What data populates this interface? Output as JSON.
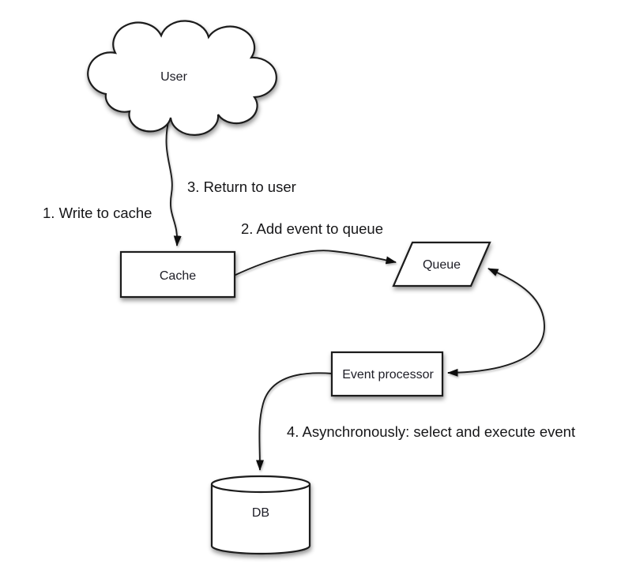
{
  "diagram": {
    "type": "architecture-flow-diagram",
    "background_color": "#ffffff",
    "stroke_color": "#1c1c1c",
    "text_color": "#1d1d26",
    "nodes": {
      "user": {
        "label": "User",
        "shape": "cloud"
      },
      "cache": {
        "label": "Cache",
        "shape": "rectangle"
      },
      "queue": {
        "label": "Queue",
        "shape": "parallelogram"
      },
      "event_processor": {
        "label": "Event processor",
        "shape": "rectangle"
      },
      "db": {
        "label": "DB",
        "shape": "cylinder"
      }
    },
    "edge_labels": {
      "step_1": "1. Write to cache",
      "step_2": "2. Add event to queue",
      "step_3": "3. Return to user",
      "step_4": "4. Asynchronously: select and execute event"
    },
    "edges": [
      {
        "from": "user",
        "to": "cache",
        "style": "single-arrow",
        "labels": [
          "1. Write to cache",
          "3. Return to user"
        ]
      },
      {
        "from": "cache",
        "to": "queue",
        "style": "single-arrow",
        "labels": [
          "2. Add event to queue"
        ]
      },
      {
        "from": "queue",
        "to": "event_processor",
        "style": "double-arrow",
        "labels": []
      },
      {
        "from": "event_processor",
        "to": "db",
        "style": "single-arrow",
        "labels": [
          "4. Asynchronously: select and execute event"
        ]
      }
    ]
  }
}
